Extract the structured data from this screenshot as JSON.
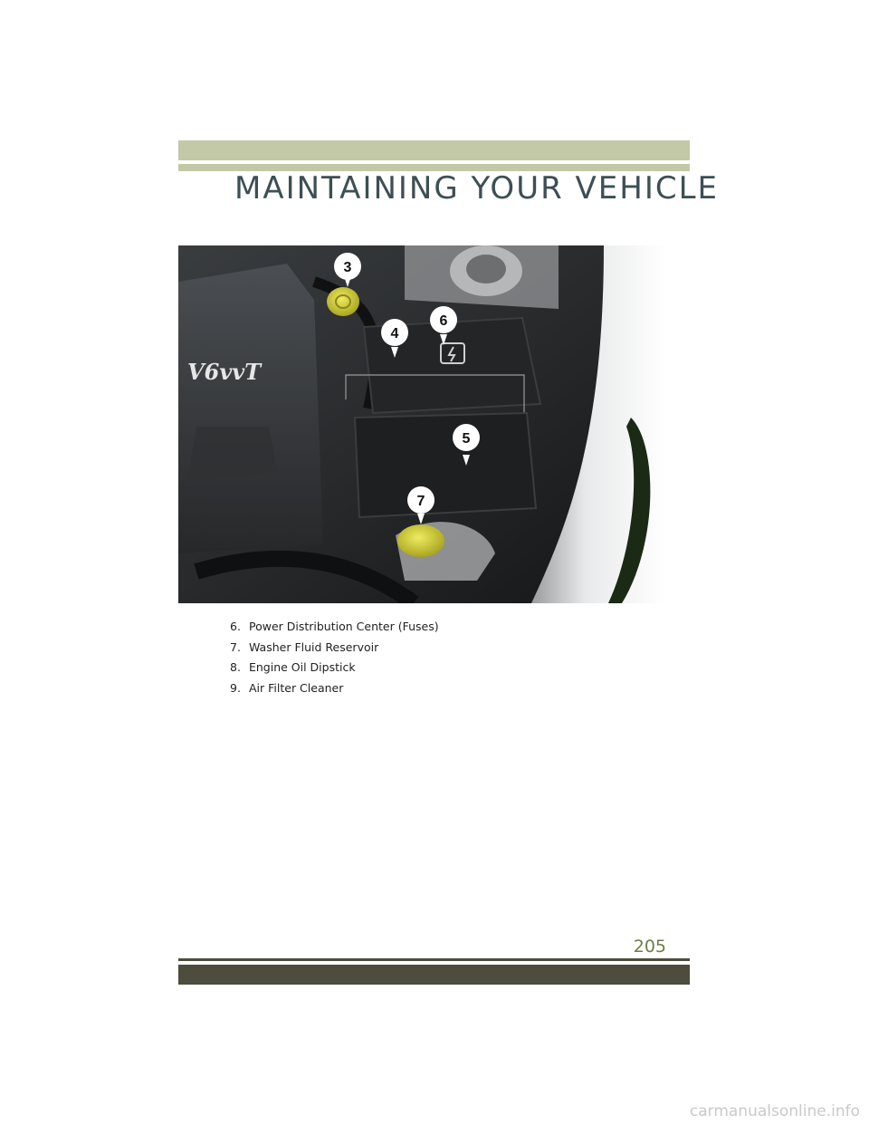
{
  "header": {
    "title": "MAINTAINING YOUR VEHICLE"
  },
  "figure": {
    "engine_badge": "V6vvT",
    "callouts": [
      {
        "label": "3",
        "depicts": "cap"
      },
      {
        "label": "4",
        "depicts": "box"
      },
      {
        "label": "5",
        "depicts": "battery"
      },
      {
        "label": "6",
        "depicts": "fuses"
      },
      {
        "label": "7",
        "depicts": "washer"
      }
    ]
  },
  "legend": {
    "items": [
      {
        "number": "6.",
        "text": "Power Distribution Center (Fuses)"
      },
      {
        "number": "7.",
        "text": "Washer Fluid Reservoir"
      },
      {
        "number": "8.",
        "text": "Engine Oil Dipstick"
      },
      {
        "number": "9.",
        "text": "Air Filter Cleaner"
      }
    ]
  },
  "footer": {
    "page_number": "205"
  },
  "watermark": "carmanualsonline.info",
  "colors": {
    "header_band": "#c3c8a6",
    "title_text": "#3d4f54",
    "footer_band": "#4e4c3c",
    "page_number": "#6d7d44",
    "callout_pin": "#ffffff",
    "yellow_cap": "#d6d23a"
  }
}
